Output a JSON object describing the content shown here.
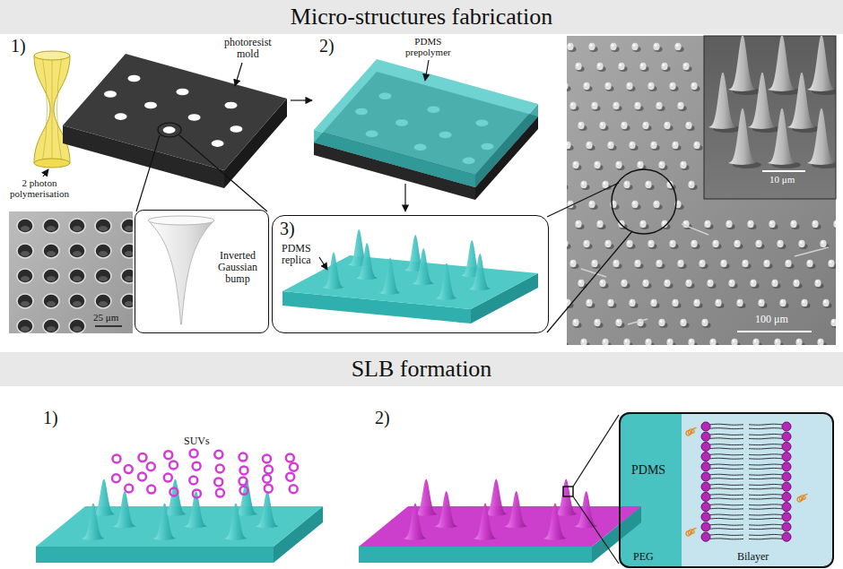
{
  "diagram": {
    "nodes": [
      {
        "text": [
          "Micro-structures fabrication"
        ]
      },
      {
        "text": [
          "Inverted Gaussian bump"
        ]
      },
      {
        "text": [
          "3)",
          "PDMS replica"
        ]
      },
      {
        "text": [
          "SLB formation"
        ]
      },
      {
        "text": [
          "PDMS",
          "PEG",
          "Bilayer"
        ]
      }
    ],
    "labels": [
      "1)",
      "photoresist mold",
      "2 photon polymerisation",
      "25 μm",
      "2)",
      "PDMS prepolymer",
      "10 μm",
      "100 μm",
      "1)",
      "SUVs",
      "2)"
    ]
  }
}
